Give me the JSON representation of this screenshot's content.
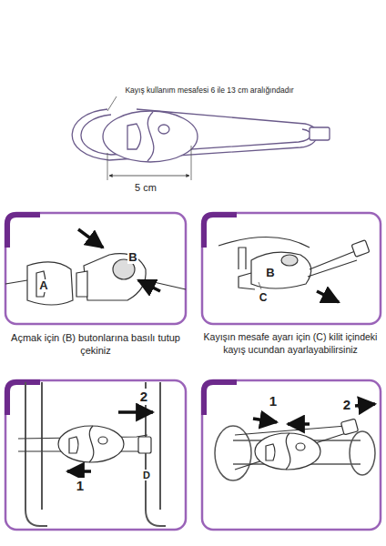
{
  "diagram": {
    "labels": [
      "Kayış kullanım mesafesi 6 ile 13 cm aralığındadır",
      "5 cm",
      "A",
      "B",
      "Açmak için (B) butonlarına basılı tutup çekiniz",
      "B",
      "C",
      "Kayışın mesafe ayarı için (C) kilit içindeki kayış ucundan ayarlayabilirsiniz",
      "2",
      "1",
      "D",
      "1",
      "2"
    ]
  }
}
